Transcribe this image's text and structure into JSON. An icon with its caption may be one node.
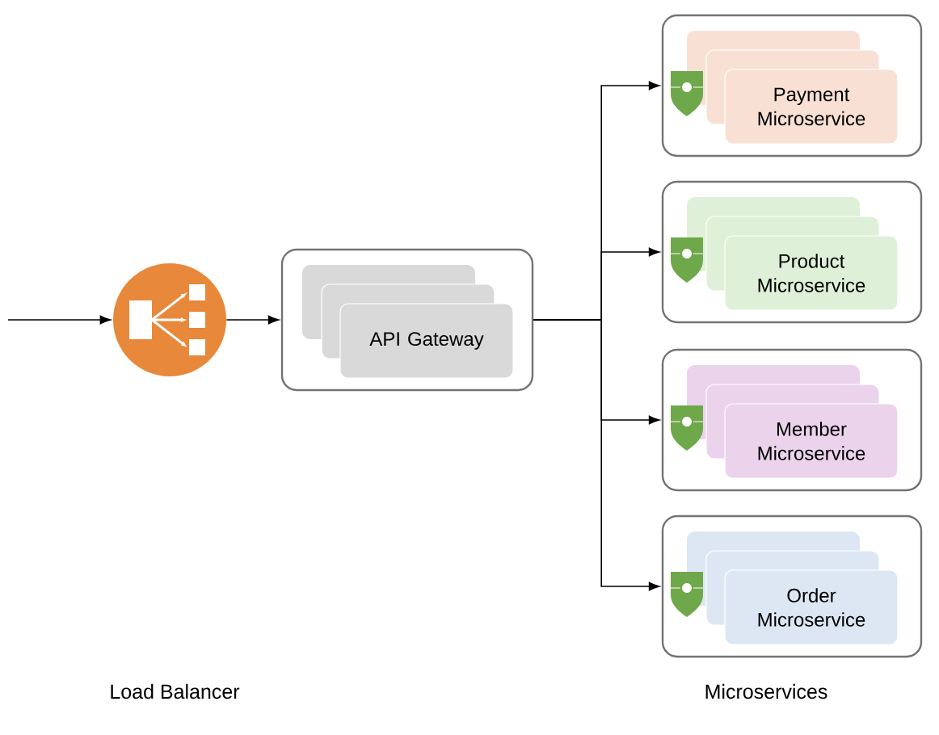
{
  "diagram": {
    "nodes": [
      {
        "text": [],
        "shape": "circle"
      },
      {
        "text": [],
        "shape": "box"
      },
      {
        "text": [
          "API Gateway"
        ],
        "in": 1
      },
      {
        "text": [],
        "shape": "box"
      },
      {
        "text": [
          "Payment Microservice"
        ],
        "in": 3
      },
      {
        "text": [],
        "shape": "box"
      },
      {
        "text": [
          "Product Microservice"
        ],
        "in": 5
      },
      {
        "text": [],
        "shape": "box"
      },
      {
        "text": [
          "Member Microservice"
        ],
        "in": 7
      },
      {
        "text": [],
        "shape": "box"
      },
      {
        "text": [
          "Order Microservice"
        ],
        "in": 9
      }
    ],
    "edges": [
      {
        "from": null,
        "to": 0,
        "arrow": "to"
      },
      {
        "from": 0,
        "to": 1,
        "arrow": "to"
      },
      {
        "from": 1,
        "to": 3,
        "arrow": "to"
      },
      {
        "from": 1,
        "to": 5,
        "arrow": "to"
      },
      {
        "from": 1,
        "to": 7,
        "arrow": "to"
      },
      {
        "from": 1,
        "to": 9,
        "arrow": "to"
      }
    ],
    "labels": [
      "Load Balancer",
      "Microservices"
    ]
  }
}
